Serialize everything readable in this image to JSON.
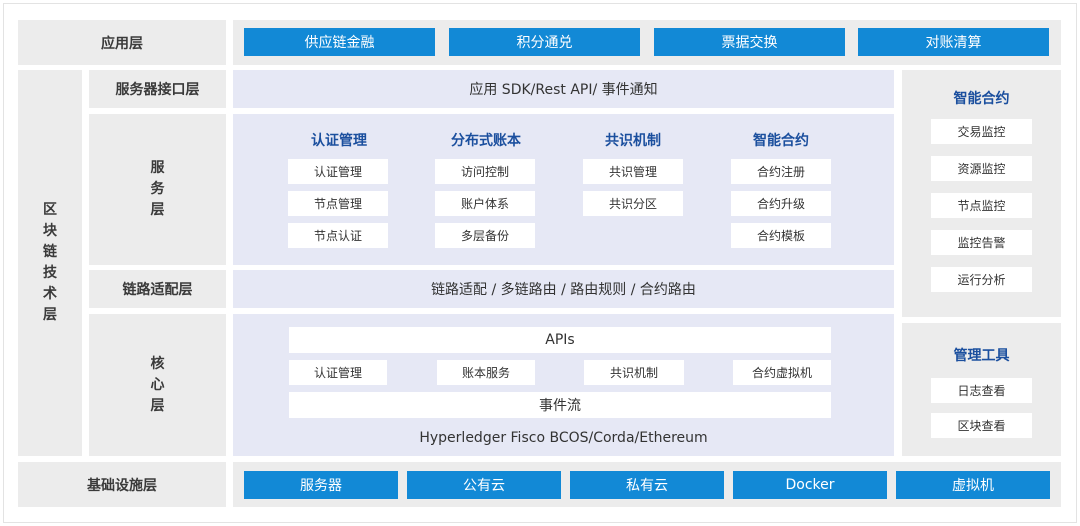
{
  "application_layer": {
    "label": "应用层",
    "items": [
      "供应链金融",
      "积分通兑",
      "票据交换",
      "对账清算"
    ]
  },
  "blockchain_layer": {
    "label": [
      "区",
      "块",
      "链",
      "技",
      "术",
      "层"
    ],
    "server_interface": {
      "label": "服务器接口层",
      "content": "应用 SDK/Rest API/ 事件通知"
    },
    "service_layer": {
      "label": [
        "服",
        "务",
        "层"
      ],
      "columns": [
        {
          "title": "认证管理",
          "items": [
            "认证管理",
            "节点管理",
            "节点认证"
          ]
        },
        {
          "title": "分布式账本",
          "items": [
            "访问控制",
            "账户体系",
            "多层备份"
          ]
        },
        {
          "title": "共识机制",
          "items": [
            "共识管理",
            "共识分区"
          ]
        },
        {
          "title": "智能合约",
          "items": [
            "合约注册",
            "合约升级",
            "合约模板"
          ]
        }
      ]
    },
    "chain_adapter": {
      "label": "链路适配层",
      "content": "链路适配 / 多链路由 / 路由规则 / 合约路由"
    },
    "core_layer": {
      "label": [
        "核",
        "心",
        "层"
      ],
      "apis": "APIs",
      "modules": [
        "认证管理",
        "账本服务",
        "共识机制",
        "合约虚拟机"
      ],
      "event_stream": "事件流",
      "platforms": "Hyperledger Fisco BCOS/Corda/Ethereum"
    },
    "smart_contract_panel": {
      "title": "智能合约",
      "items": [
        "交易监控",
        "资源监控",
        "节点监控",
        "监控告警",
        "运行分析"
      ]
    },
    "management_tools_panel": {
      "title": "管理工具",
      "items": [
        "日志查看",
        "区块查看"
      ]
    }
  },
  "infrastructure_layer": {
    "label": "基础设施层",
    "items": [
      "服务器",
      "公有云",
      "私有云",
      "Docker",
      "虚拟机"
    ]
  },
  "colors": {
    "blue_button": "#1289d6",
    "heading_blue": "#1b4f9e",
    "label_gray": "#ececec",
    "content_lavender": "#e6e8f5"
  }
}
